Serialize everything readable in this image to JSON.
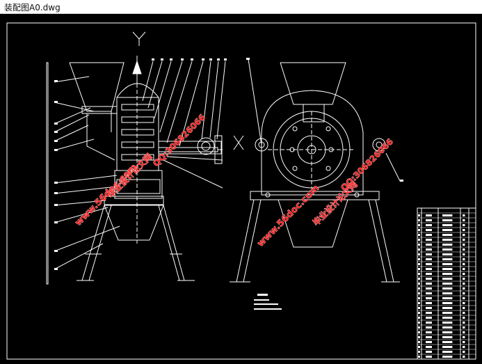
{
  "window": {
    "title": "装配图A0.dwg"
  },
  "watermarks": {
    "site": "www.56doc.com",
    "qq": "QQ:306826066",
    "brand": "毕业设计论文网"
  },
  "colors": {
    "background": "#000000",
    "line": "#ffffff",
    "watermark": "#ff2020",
    "titlebar": "#ffffff"
  }
}
